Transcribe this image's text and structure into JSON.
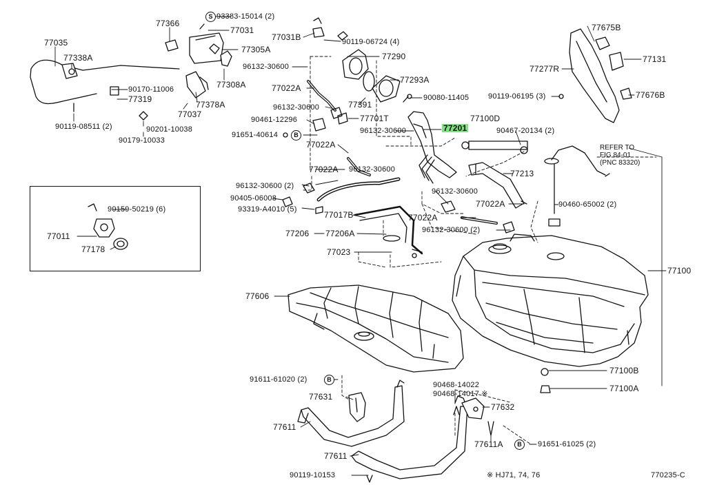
{
  "diagram": {
    "highlighted_part": "77201",
    "ref_note": [
      "REFER TO",
      "FIG 84-01",
      "(PNC 83320)"
    ],
    "symbols": {
      "s": "S",
      "b": "B"
    },
    "footnote": "※ HJ71, 74, 76",
    "figure_code": "770235-C",
    "labels": {
      "p93383": "93383-15014 (2)",
      "p77366": "77366",
      "p77031": "77031",
      "p77031b": "77031B",
      "p77035": "77035",
      "p77305a": "77305A",
      "p90119_06724": "90119-06724 (4)",
      "p77338a": "77338A",
      "p77290": "77290",
      "p96132_a": "96132-30600",
      "p77308a": "77308A",
      "p77293a": "77293A",
      "p90170": "90170-11006",
      "p77319": "77319",
      "p77378a": "77378A",
      "p77022a_1": "77022A",
      "p77391": "77391",
      "p90080": "90080-11405",
      "p77037": "77037",
      "p96132_b": "96132-30600",
      "p90119_08511": "90119-08511 (2)",
      "p90201": "90201-10038",
      "p90461": "90461-12296",
      "p77701t": "77701T",
      "p96132_c": "96132-30600",
      "p77201": "77201",
      "p77100d": "77100D",
      "p90179": "90179-10033",
      "p91651_a": "91651-40614",
      "p77022a_2": "77022A",
      "p90467": "90467-20134 (2)",
      "p77022a_3": "77022A",
      "p96132_d": "96132-30600",
      "p77213": "77213",
      "p96132_e": "96132-30600 (2)",
      "p96132_f": "96132-30600",
      "p90405": "90405-06008",
      "p77022a_4": "77022A",
      "p90460": "90460-65002 (2)",
      "p90159": "90159-50219 (6)",
      "p93319": "93319-A4010 (5)",
      "p77017b": "77017B",
      "p77022a_5": "77022A",
      "p77011": "77011",
      "p77206": "77206",
      "p77206a": "77206A",
      "p96132_g": "96132-30600 (2)",
      "p77178": "77178",
      "p77023": "77023",
      "p77100": "77100",
      "p77606": "77606",
      "p77675b": "77675B",
      "p77131": "77131",
      "p77277r": "77277R",
      "p90119_06195": "90119-06195 (3)",
      "p77676b": "77676B",
      "p77100b": "77100B",
      "p77100a": "77100A",
      "p91611": "91611-61020 (2)",
      "p77631": "77631",
      "p90468_a": "90468-14022",
      "p90468_b": "90468-14017 ※",
      "p77632": "77632",
      "p77611_a": "77611",
      "p77611a": "77611A",
      "p91651_b": "91651-61025 (2)",
      "p77611_b": "77611",
      "p90119_10153": "90119-10153"
    }
  }
}
